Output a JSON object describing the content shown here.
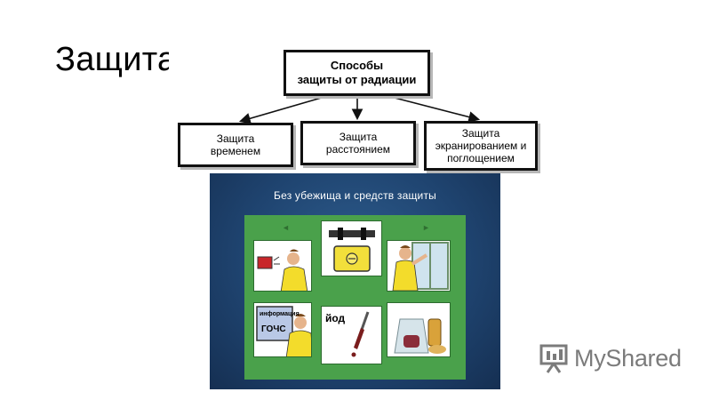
{
  "slide": {
    "title": "Защита"
  },
  "diagram": {
    "root": [
      "Способы",
      "защиты от радиации"
    ],
    "children": [
      [
        "Защита",
        "временем"
      ],
      [
        "Защита",
        "расстоянием"
      ],
      [
        "Защита",
        "экранированием и",
        "поглощением"
      ]
    ]
  },
  "poster": {
    "caption": "Без убежища  и средств защиты",
    "info_board": [
      "информация",
      "ГОЧС"
    ],
    "iodine_label": "йод"
  },
  "logo": {
    "text": "MyShared"
  },
  "colors": {
    "poster_bg": "#1f4470",
    "poster_green": "#4aa14b",
    "logo_gray": "#7b7b7b"
  }
}
